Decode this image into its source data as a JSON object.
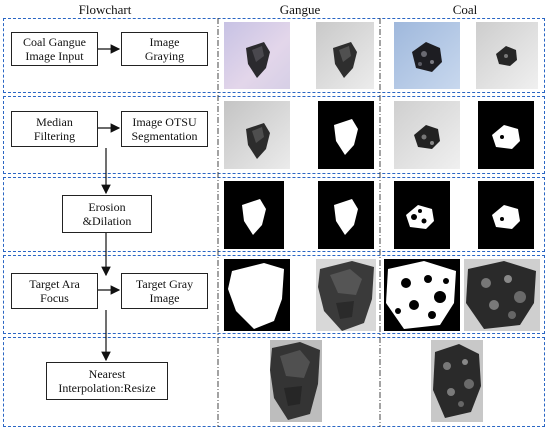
{
  "headers": {
    "flowchart": "Flowchart",
    "gangue": "Gangue",
    "coal": "Coal"
  },
  "steps": {
    "input": "Coal Gangue\nImage Input",
    "graying": "Image\nGraying",
    "median": "Median\nFiltering",
    "otsu": "Image OTSU\nSegmentation",
    "erosion": "Erosion\n&Dilation",
    "focus": "Target Ara\nFocus",
    "target_gray": "Target Gray\nImage",
    "resize": "Nearest\nInterpolation:Resize"
  },
  "colors": {
    "dashed_border": "#2a66c4",
    "separator": "#333333",
    "arrow": "#111111"
  }
}
